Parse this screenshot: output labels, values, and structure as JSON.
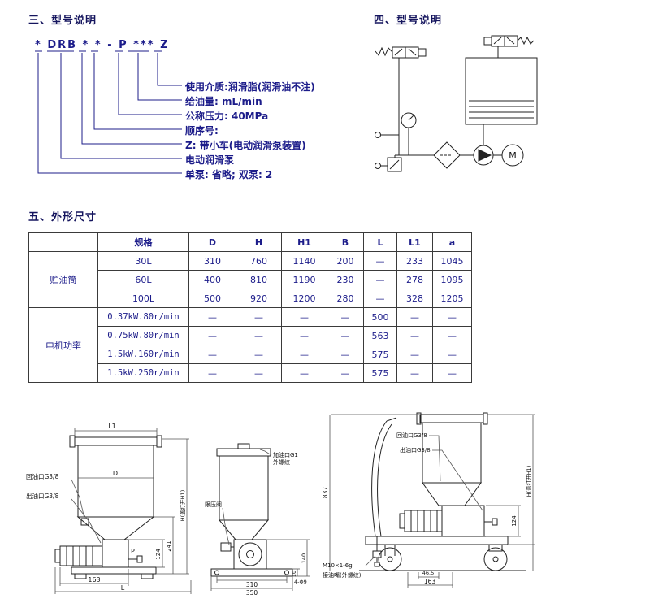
{
  "colors": {
    "text_blue": "#1c1c8a",
    "heading": "#15155e",
    "line": "#222222"
  },
  "section3": {
    "title": "三、型号说明",
    "code": "* DRB * * - P *** Z",
    "labels": [
      "使用介质:润滑脂(润滑油不注)",
      "给油量: mL/min",
      "公称压力: 40MPa",
      "顺序号:",
      "Z: 带小车(电动润滑泵装置)",
      "电动润滑泵",
      "单泵: 省略;  双泵: 2"
    ]
  },
  "section4": {
    "title": "四、型号说明",
    "motor_label": "M"
  },
  "section5": {
    "title": "五、外形尺寸",
    "table": {
      "headers": [
        "",
        "规格",
        "D",
        "H",
        "H1",
        "B",
        "L",
        "L1",
        "a"
      ],
      "groups": [
        {
          "name": "贮油筒",
          "rows": [
            {
              "spec": "30L",
              "values": [
                "310",
                "760",
                "1140",
                "200",
                "—",
                "233",
                "1045"
              ]
            },
            {
              "spec": "60L",
              "values": [
                "400",
                "810",
                "1190",
                "230",
                "—",
                "278",
                "1095"
              ]
            },
            {
              "spec": "100L",
              "values": [
                "500",
                "920",
                "1200",
                "280",
                "—",
                "328",
                "1205"
              ]
            }
          ]
        },
        {
          "name": "电机功率",
          "rows": [
            {
              "spec": "0.37kW.80r/min",
              "values": [
                "—",
                "—",
                "—",
                "—",
                "500",
                "—",
                "—"
              ]
            },
            {
              "spec": "0.75kW.80r/min",
              "values": [
                "—",
                "—",
                "—",
                "—",
                "563",
                "—",
                "—"
              ]
            },
            {
              "spec": "1.5kW.160r/min",
              "values": [
                "—",
                "—",
                "—",
                "—",
                "575",
                "—",
                "—"
              ]
            },
            {
              "spec": "1.5kW.250r/min",
              "values": [
                "—",
                "—",
                "—",
                "—",
                "575",
                "—",
                "—"
              ]
            }
          ]
        }
      ]
    }
  },
  "drawings": {
    "d1": {
      "dim_l1": "L1",
      "dim_d": "D",
      "port_return": "回油口G3/8",
      "port_out": "出油口G3/8",
      "label_p": "P",
      "dim_124": "124",
      "dim_241": "241",
      "dim_h": "H(盖打开H1)",
      "dim_163": "163",
      "dim_l": "L"
    },
    "d2": {
      "fill_port_1": "加油口G1",
      "fill_port_2": "外螺纹",
      "relief_valve": "限压阀",
      "dim_310": "310",
      "dim_350": "350",
      "holes": "4-Φ9",
      "dim_10": "10",
      "dim_140": "140"
    },
    "d3": {
      "port_return": "回油口G3/8",
      "port_out": "出油口G3/8",
      "dim_837": "837",
      "nipple_1": "M10×1-6g",
      "nipple_2": "接油嘴(外螺纹)",
      "dim_465": "46.5",
      "dim_163": "163",
      "dim_124": "124",
      "dim_h": "H(盖打开H1)"
    }
  }
}
